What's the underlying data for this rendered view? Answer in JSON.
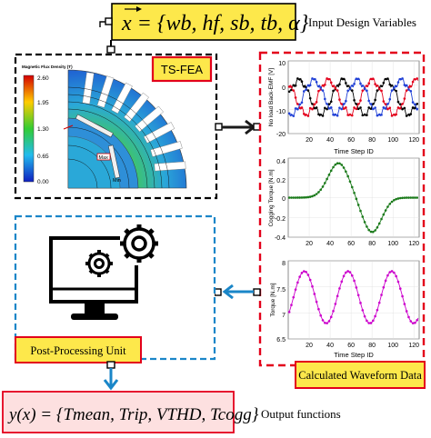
{
  "input": {
    "formula": "x = {wb, hf, sb, tb, α}",
    "label": "Input Design Variables"
  },
  "fea": {
    "title": "TS-FEA",
    "colorbar_title": "Magnetic Flux Density (T)",
    "colorbar_ticks": [
      "2.60",
      "1.95",
      "1.30",
      "0.65",
      "0.00"
    ],
    "annotation_max": "Max",
    "annotation_min": "Min"
  },
  "postprocessing": {
    "label": "Post-Processing Unit"
  },
  "waveforms": {
    "label": "Calculated Waveform Data"
  },
  "output": {
    "formula": "y(x) = {Tmean, Trip, VTHD, Tcogg}",
    "label": "Output functions"
  },
  "colors": {
    "black_border": "#000000",
    "red_border": "#e3001b",
    "blue_border": "#1a86c8",
    "label_fill": "#fde84b",
    "pink_fill": "#fde0e0",
    "arrow_black": "#1a1a1a",
    "arrow_blue": "#1a86c8",
    "series_black": "#000000",
    "series_red": "#e3001b",
    "series_blue": "#1f3fd6",
    "series_green": "#1a7a1a",
    "series_magenta": "#cc00cc"
  },
  "chart_data": [
    {
      "type": "line",
      "title": "",
      "xlabel": "Time Step ID",
      "ylabel": "No load Back-EMF [V]",
      "x_range": [
        0,
        125
      ],
      "ylim": [
        -20,
        10
      ],
      "xticks": [
        "20",
        "40",
        "60",
        "80",
        "100",
        "120"
      ],
      "yticks": [
        "10",
        "0",
        "-10",
        "-20"
      ],
      "grid": true,
      "series": [
        {
          "color": "black",
          "amplitude": 7,
          "period_steps": 41.7,
          "phase_deg": 0
        },
        {
          "color": "red",
          "amplitude": 7,
          "period_steps": 41.7,
          "phase_deg": 120
        },
        {
          "color": "blue",
          "amplitude": 7,
          "period_steps": 41.7,
          "phase_deg": 240
        }
      ]
    },
    {
      "type": "line",
      "title": "",
      "xlabel": "",
      "ylabel": "Cogging Torque [N.m]",
      "x_range": [
        0,
        125
      ],
      "ylim": [
        -0.4,
        0.4
      ],
      "xticks": [
        "20",
        "40",
        "60",
        "80",
        "100",
        "120"
      ],
      "yticks": [
        "0.4",
        "0.2",
        "0",
        "-0.2",
        "-0.4"
      ],
      "grid": true,
      "series": [
        {
          "color": "green",
          "peak": 0.35,
          "peak_at_step": 48,
          "trough": -0.35,
          "trough_at_step": 80
        }
      ]
    },
    {
      "type": "line",
      "title": "",
      "xlabel": "Time Step ID",
      "ylabel": "Torque [N.m]",
      "x_range": [
        0,
        125
      ],
      "ylim": [
        6.5,
        8
      ],
      "xticks": [
        "20",
        "40",
        "60",
        "80",
        "100",
        "120"
      ],
      "yticks": [
        "8",
        "7.5",
        "7",
        "6.5"
      ],
      "grid": true,
      "series": [
        {
          "color": "magenta",
          "mean": 7.3,
          "amplitude": 0.5,
          "period_steps": 41.7
        }
      ]
    }
  ]
}
